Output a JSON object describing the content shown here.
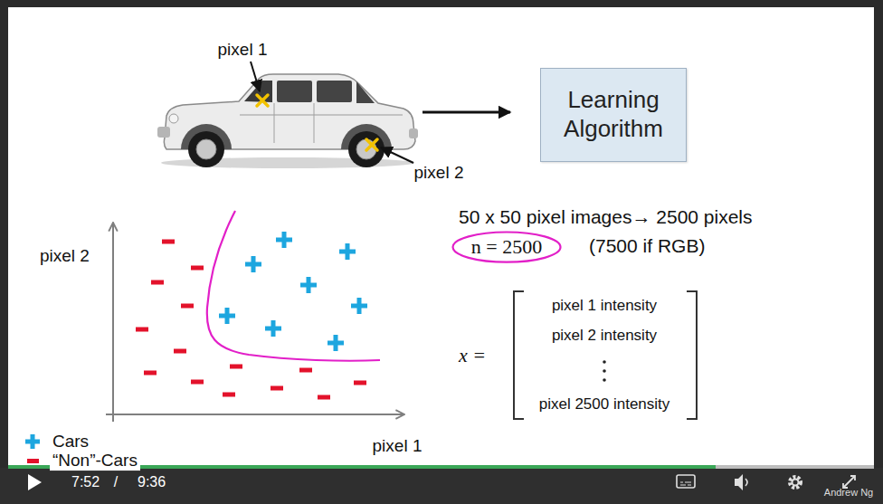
{
  "diagram": {
    "nodes": [
      {
        "text": [
          "Learning Algorithm"
        ]
      },
      {
        "text": [
          "n = 2500"
        ]
      }
    ],
    "labels": [
      "pixel 1",
      "pixel 2",
      "50 x 50 pixel images→ 2500 pixels",
      "(7500 if RGB)",
      "pixel 2",
      "x =",
      "pixel 1 intensity",
      "pixel 2 intensity",
      "pixel 2500 intensity",
      "pixel 1",
      "7:52",
      "/",
      "9:36",
      "Andrew Ng"
    ],
    "legend": [
      {
        "text": "Cars"
      },
      {
        "text": "“Non”-Cars"
      }
    ]
  }
}
